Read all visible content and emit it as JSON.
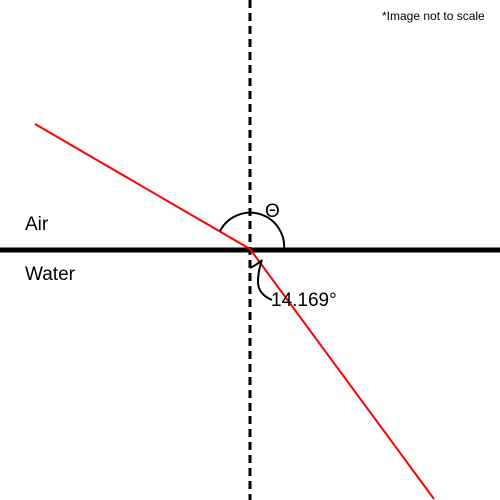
{
  "note": "*Image not to scale",
  "media": {
    "top_label": "Air",
    "bottom_label": "Water"
  },
  "angles": {
    "incident_symbol": "Θ",
    "refracted_value": "14.169°"
  },
  "colors": {
    "ray": "#ff0000",
    "lines": "#000000",
    "background": "#ffffff"
  }
}
